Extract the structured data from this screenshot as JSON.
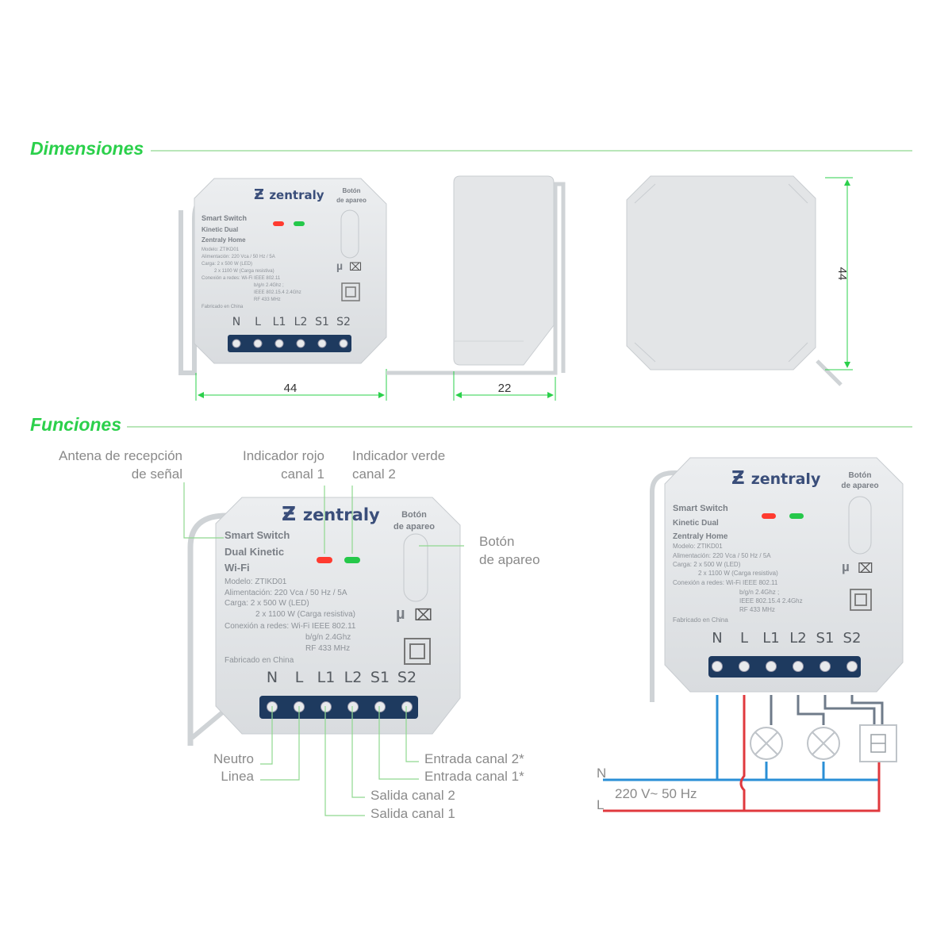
{
  "sections": {
    "dimensions_title": "Dimensiones",
    "functions_title": "Funciones"
  },
  "dimensions": {
    "width": "44",
    "depth": "22",
    "height": "44"
  },
  "device": {
    "brand": "zentraly",
    "pair_button_label_line1": "Botón",
    "pair_button_label_line2": "de apareo",
    "terminals": [
      "N",
      "L",
      "L1",
      "L2",
      "S1",
      "S2"
    ],
    "small": {
      "line1": "Smart Switch",
      "line2": "Kinetic Dual",
      "line3": "Zentraly Home",
      "spec1": "Modelo: ZTIKD01",
      "spec2": "Alimentación: 220 Vca / 50 Hz / 5A",
      "spec3": "Carga: 2 x 500 W (LED)",
      "spec4": "2 x 1100 W (Carga resistiva)",
      "spec5": "Conexión a redes: Wi-Fi IEEE 802.11",
      "spec6": "b/g/n 2.4Ghz ;",
      "spec7": "IEEE 802.15.4 2.4Ghz",
      "spec8": "RF 433 MHz",
      "made_in": "Fabricado en China"
    },
    "large": {
      "line1": "Smart Switch",
      "line2": "Dual Kinetic",
      "line3": "Wi-Fi",
      "spec1": "Modelo: ZTIKD01",
      "spec2": "Alimentación: 220 Vca / 50 Hz / 5A",
      "spec3": "Carga: 2 x 500 W (LED)",
      "spec4": "2 x 1100 W (Carga resistiva)",
      "spec5": "Conexión a redes: Wi-Fi IEEE 802.11",
      "spec6": "b/g/n 2.4Ghz",
      "spec7": "RF 433 MHz",
      "made_in": "Fabricado en China"
    },
    "mu_symbol": "µ"
  },
  "callouts": {
    "antenna_line1": "Antena de recepción",
    "antenna_line2": "de señal",
    "red_line1": "Indicador rojo",
    "red_line2": "canal 1",
    "green_line1": "Indicador verde",
    "green_line2": "canal 2",
    "pair_line1": "Botón",
    "pair_line2": "de apareo",
    "neutro": "Neutro",
    "linea": "Linea",
    "salida2": "Salida canal 2",
    "salida1": "Salida canal 1",
    "entrada2": "Entrada canal 2*",
    "entrada1": "Entrada canal 1*"
  },
  "wiring": {
    "n_label": "N",
    "l_label": "L",
    "voltage": "220 V~ 50 Hz"
  },
  "colors": {
    "accent_green": "#2bd04b",
    "callout_line": "#8fd88f",
    "device_body": "#e3e5e7",
    "terminal_strip": "#1e3a5f",
    "led_red": "#ff3b30",
    "led_green": "#25c84a",
    "wire_blue": "#2a8fd6",
    "wire_red": "#e0393e",
    "wire_grey": "#6f7b8a"
  }
}
